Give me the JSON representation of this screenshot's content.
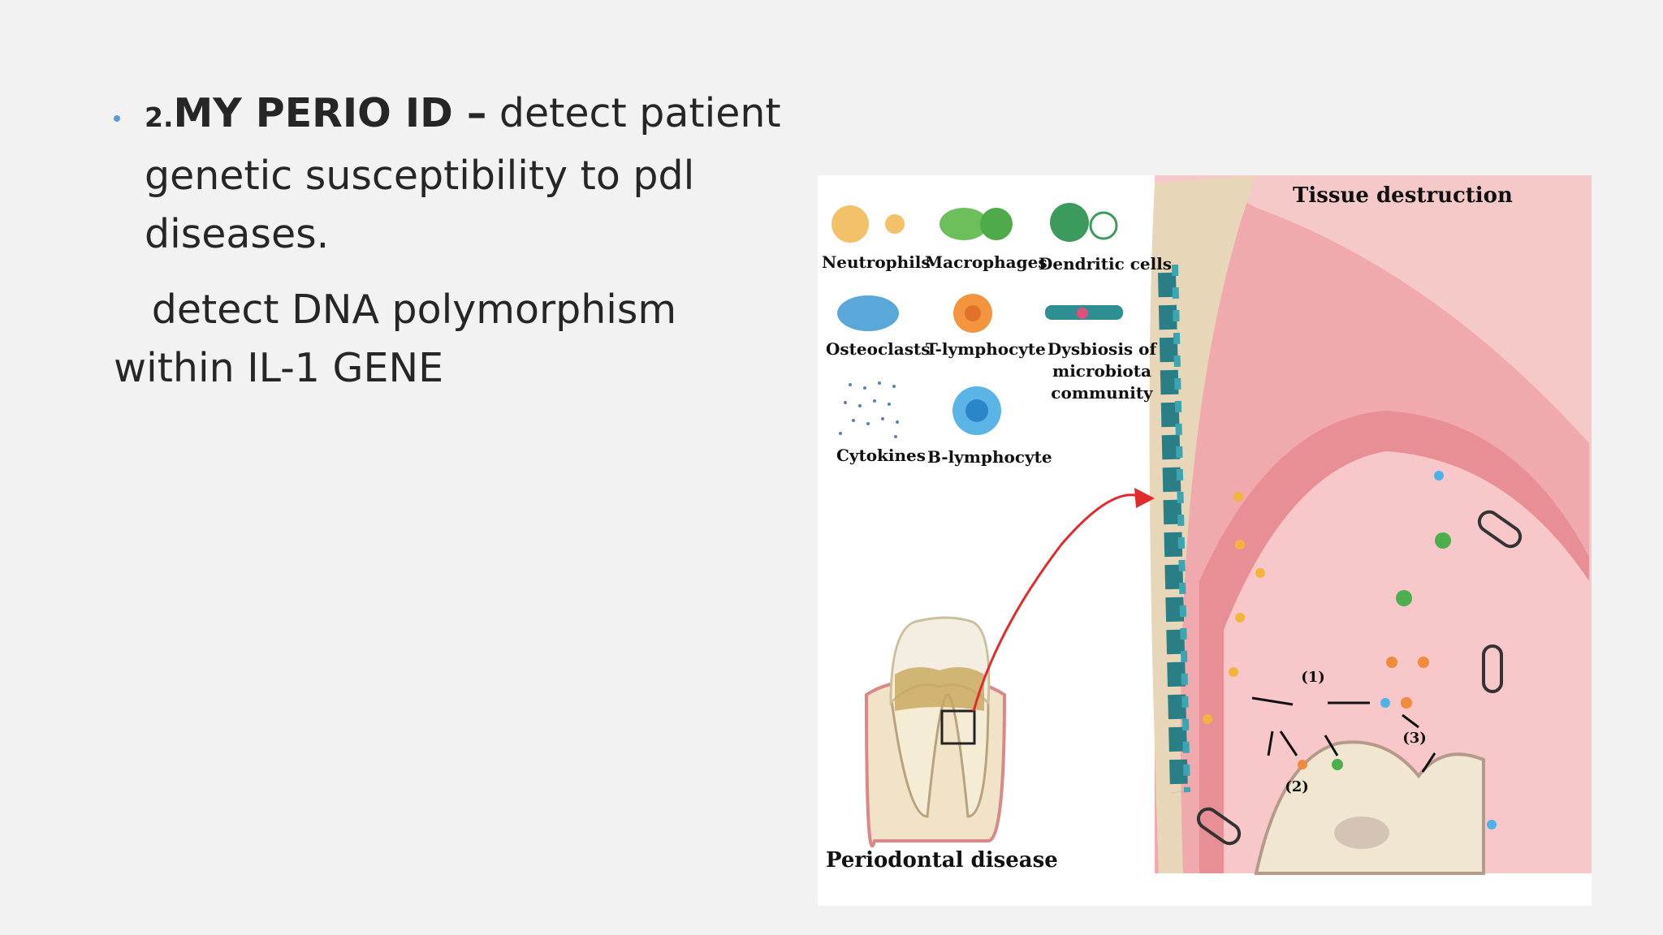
{
  "bullet": {
    "number": "2.",
    "title": "MY PERIO ID –",
    "line1_rest": " detect patient",
    "line2": "genetic susceptibility to pdl",
    "line3": "diseases."
  },
  "paragraph": {
    "line1": "   detect DNA polymorphism",
    "line2": "within IL-1 GENE"
  },
  "figure": {
    "legend": {
      "neutrophils": "Neutrophils",
      "macrophages": "Macrophages",
      "dendritic": "Dendritic cells",
      "osteoclasts": "Osteoclasts",
      "t_lymph": "T-lymphocyte",
      "dysbiosis_1": "Dysbiosis of",
      "dysbiosis_2": "microbiota",
      "dysbiosis_3": "community",
      "cytokines": "Cytokines",
      "b_lymph": "B-lymphocyte"
    },
    "periodontal_label": "Periodontal disease",
    "tissue_label": "Tissue destruction",
    "step1": "(1)",
    "step2": "(2)",
    "step3": "(3)"
  }
}
